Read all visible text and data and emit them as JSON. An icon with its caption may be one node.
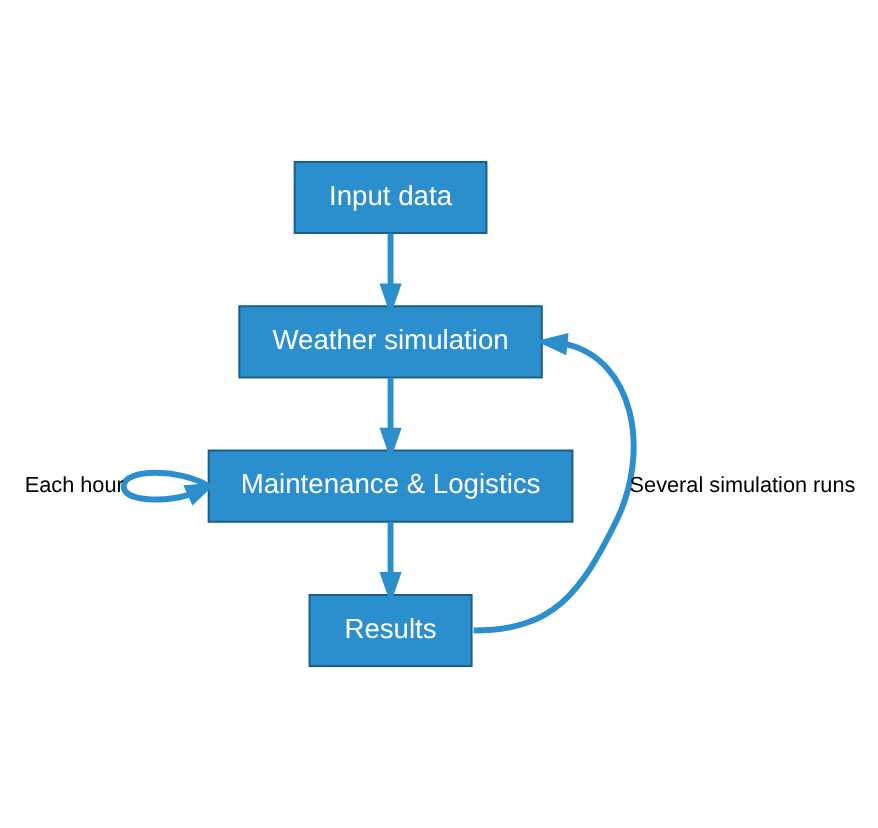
{
  "diagram": {
    "nodes": [
      {
        "text": [
          "Input data"
        ]
      },
      {
        "text": [
          "Weather simulation"
        ]
      },
      {
        "text": [
          "Maintenance & Logistics"
        ]
      },
      {
        "text": [
          "Results"
        ]
      }
    ],
    "edges": [
      {
        "from": 0,
        "to": 1,
        "arrow": "to"
      },
      {
        "from": 1,
        "to": 2,
        "arrow": "to"
      },
      {
        "from": 2,
        "to": 2,
        "arrow": "to",
        "label": "Each hour"
      },
      {
        "from": 2,
        "to": 3,
        "arrow": "to"
      },
      {
        "from": 3,
        "to": 1,
        "arrow": "to",
        "label": "Several simulation runs"
      }
    ]
  }
}
